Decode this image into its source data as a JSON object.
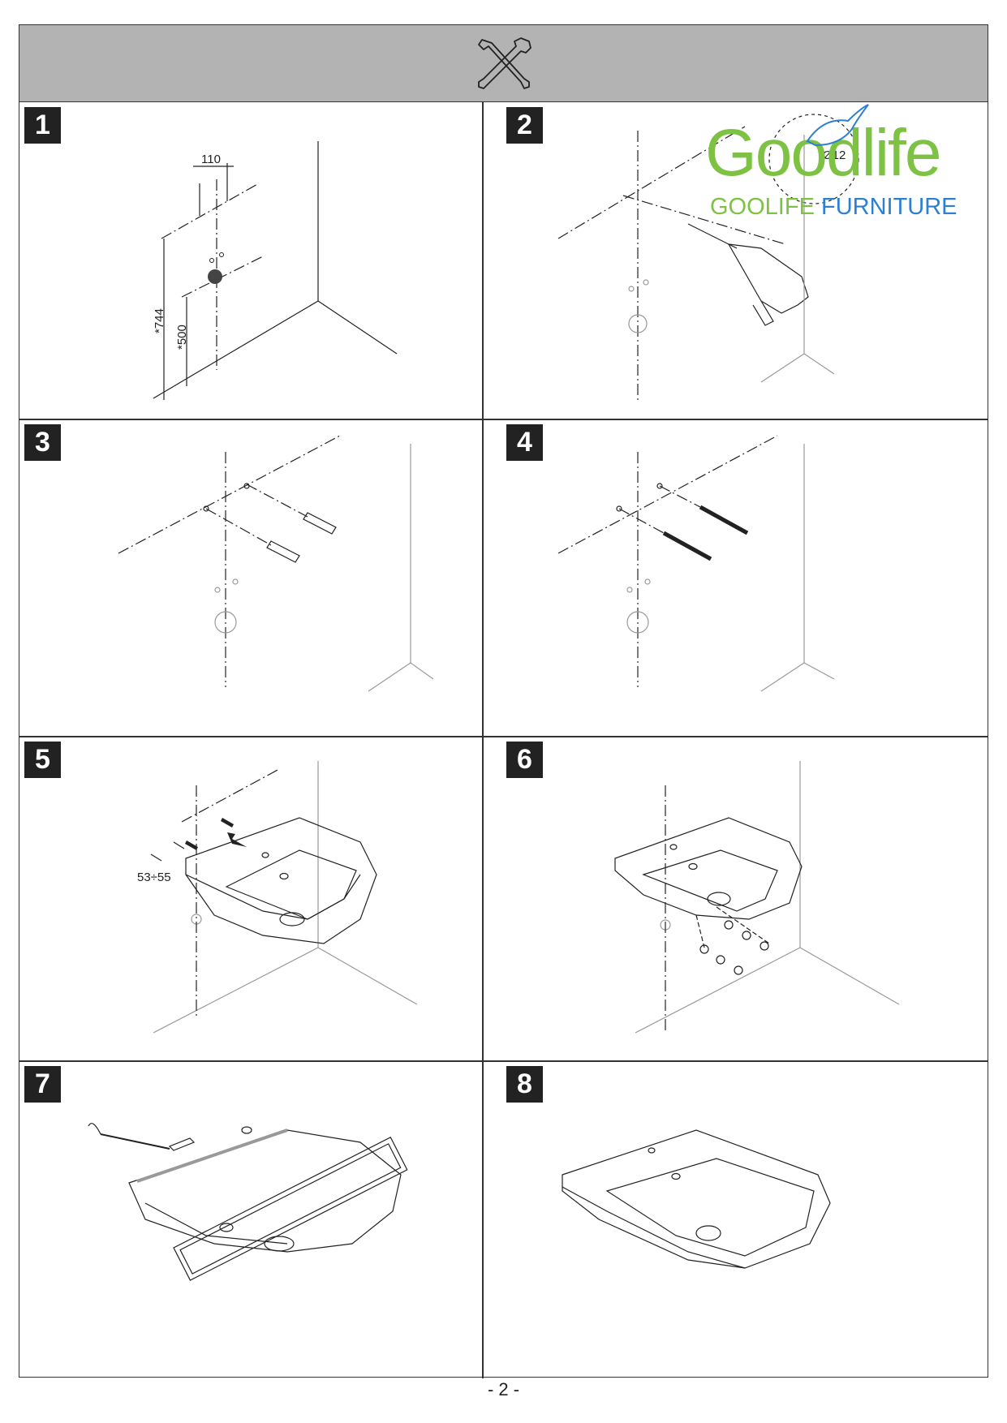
{
  "header": {
    "icon": "tools-icon"
  },
  "watermark": {
    "word": "Goodlife",
    "tag_left": "GOOLIFE",
    "tag_right": "FURNITURE",
    "colors": {
      "green": "#7dc242",
      "blue": "#2d7fd1"
    }
  },
  "steps": [
    {
      "number": "1",
      "dims": {
        "width": "110",
        "height_total": "*744",
        "height_drain": "*500"
      }
    },
    {
      "number": "2",
      "dims": {
        "drill": "Ø12"
      }
    },
    {
      "number": "3"
    },
    {
      "number": "4"
    },
    {
      "number": "5",
      "dims": {
        "gap": "53÷55"
      }
    },
    {
      "number": "6"
    },
    {
      "number": "7"
    },
    {
      "number": "8"
    }
  ],
  "footer": {
    "page": "- 2 -"
  }
}
